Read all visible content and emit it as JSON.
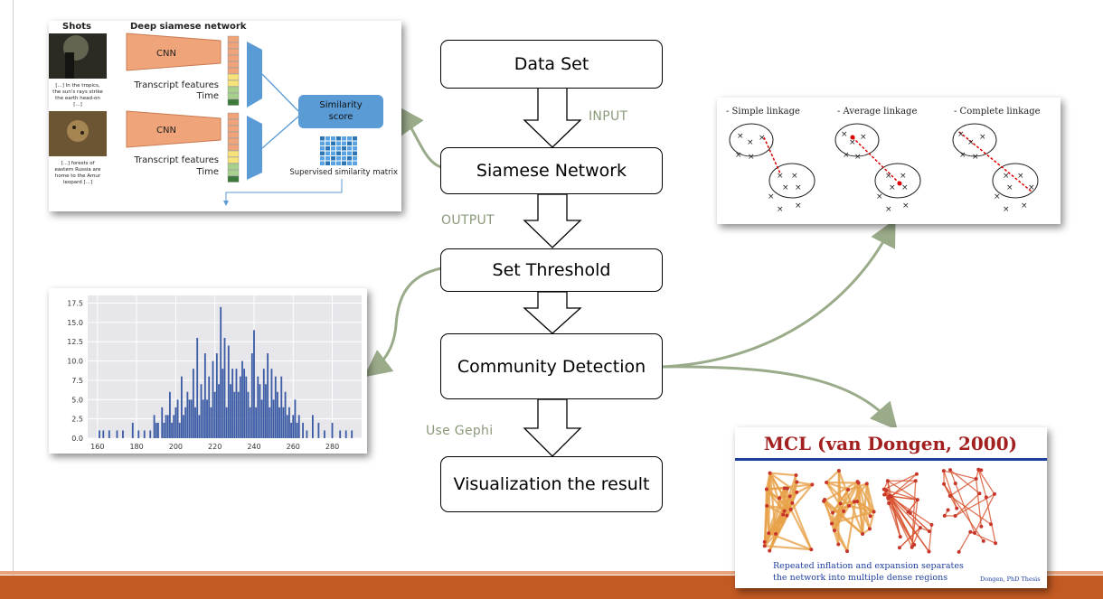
{
  "flowchart": {
    "steps": [
      "Data Set",
      "Siamese Network",
      "Set Threshold",
      "Community Detection",
      "Visualization the result"
    ],
    "edge_labels": {
      "input": "INPUT",
      "output": "OUTPUT",
      "gephi": "Use Gephi"
    }
  },
  "siamese_figure": {
    "shots_header": "Shots",
    "network_header": "Deep siamese network",
    "cnn_label": "CNN",
    "transcript_label": "Transcript features",
    "time_label": "Time",
    "caption_1": [
      "[...] In the tropics,",
      "the sun's rays strike",
      "the earth head-on",
      "[...]"
    ],
    "caption_2": [
      "[...] forests of",
      "eastern Russia are",
      "home to the Amur",
      "leopard [...]"
    ],
    "similarity_label": [
      "Similarity",
      "score"
    ],
    "matrix_label": "Supervised similarity matrix"
  },
  "histogram_figure": {
    "title": "",
    "y_ticks": [
      "17.5",
      "15.0",
      "12.5",
      "10.0",
      "7.5",
      "5.0",
      "2.5",
      "0.0"
    ],
    "x_ticks": [
      "160",
      "180",
      "200",
      "220",
      "240",
      "260",
      "280"
    ]
  },
  "chart_data": {
    "type": "bar",
    "title": "",
    "xlabel": "",
    "ylabel": "",
    "xlim": [
      155,
      295
    ],
    "ylim": [
      0,
      18.5
    ],
    "grid": true,
    "x": [
      161,
      163,
      166,
      170,
      173,
      178,
      181,
      184,
      187,
      189,
      190,
      191,
      193,
      194,
      195,
      196,
      197,
      198,
      199,
      200,
      201,
      202,
      203,
      204,
      205,
      206,
      207,
      208,
      209,
      210,
      211,
      212,
      213,
      214,
      215,
      216,
      217,
      218,
      219,
      220,
      221,
      222,
      223,
      224,
      225,
      226,
      227,
      228,
      229,
      230,
      231,
      232,
      233,
      234,
      235,
      236,
      237,
      238,
      239,
      240,
      241,
      242,
      243,
      244,
      245,
      246,
      247,
      248,
      249,
      250,
      251,
      252,
      253,
      254,
      255,
      256,
      257,
      258,
      259,
      260,
      261,
      262,
      263,
      265,
      267,
      270,
      273,
      276,
      280,
      284,
      287,
      290
    ],
    "values": [
      1,
      1,
      1,
      1,
      1,
      2,
      1,
      1,
      1,
      3,
      2,
      2,
      4,
      2,
      3,
      3,
      6,
      2,
      3,
      4,
      5,
      2,
      8,
      3,
      4,
      6,
      5,
      5,
      9,
      4,
      13,
      3,
      7,
      5,
      11,
      5,
      8,
      4,
      10,
      6,
      11,
      7,
      17,
      9,
      13,
      4,
      12,
      7,
      9,
      6,
      9,
      6,
      8,
      10,
      9,
      8,
      6,
      4,
      11,
      14,
      4,
      8,
      7,
      5,
      9,
      7,
      11,
      4,
      9,
      5,
      8,
      6,
      4,
      8,
      4,
      6,
      3,
      4,
      2,
      3,
      5,
      2,
      3,
      2,
      1,
      3,
      2,
      1,
      2,
      1,
      1,
      1
    ]
  },
  "linkage_figure": {
    "labels": [
      "- Simple linkage",
      "- Average linkage",
      "- Complete linkage"
    ]
  },
  "mcl_figure": {
    "title": "MCL (van Dongen, 2000)",
    "caption_line1": "Repeated inflation and expansion separates",
    "caption_line2": "the network into multiple dense regions",
    "credit": "Dongen, PhD Thesis"
  },
  "colors": {
    "accent_bar": "#c35a22",
    "arrow_green": "#9aab8a",
    "cnn_fill": "#f0a47a",
    "network_blue": "#5b9bd5",
    "mcl_title": "#a32020",
    "mcl_rule": "#1f3f9f"
  }
}
